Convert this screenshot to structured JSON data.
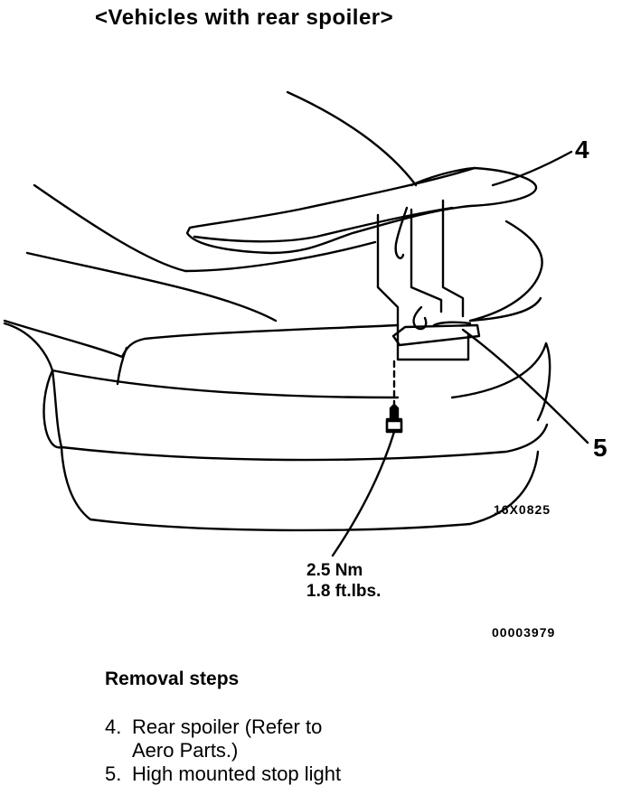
{
  "header": {
    "title": "<Vehicles with rear spoiler>"
  },
  "diagram": {
    "callout_4": "4",
    "callout_5": "5",
    "figure_code": "16X0825",
    "torque_line1": "2.5 Nm",
    "torque_line2": "1.8 ft.lbs.",
    "doc_code": "00003979"
  },
  "removal": {
    "heading": "Removal steps",
    "steps": [
      {
        "num": "4.",
        "text": "Rear spoiler (Refer to\nAero Parts.)"
      },
      {
        "num": "5.",
        "text": "High mounted stop light"
      }
    ]
  }
}
